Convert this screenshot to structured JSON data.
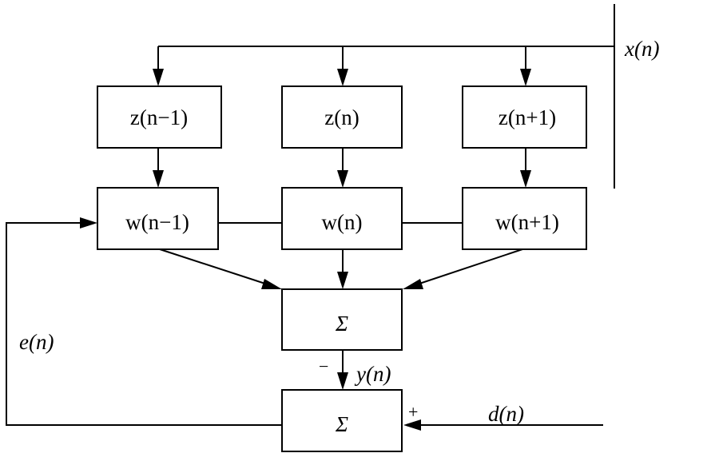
{
  "diagram": {
    "title": "Adaptive filter block diagram",
    "input_label": "x(n)",
    "delay_blocks": [
      {
        "label": "z(n−1)"
      },
      {
        "label": "z(n)"
      },
      {
        "label": "z(n+1)"
      }
    ],
    "weight_blocks": [
      {
        "label": "w(n−1)"
      },
      {
        "label": "w(n)"
      },
      {
        "label": "w(n+1)"
      }
    ],
    "summer_top": {
      "label": "Σ"
    },
    "summer_bottom": {
      "label": "Σ"
    },
    "output_label": "y(n)",
    "minus_sign": "−",
    "plus_sign": "+",
    "desired_label": "d(n)",
    "error_label": "e(n)"
  }
}
